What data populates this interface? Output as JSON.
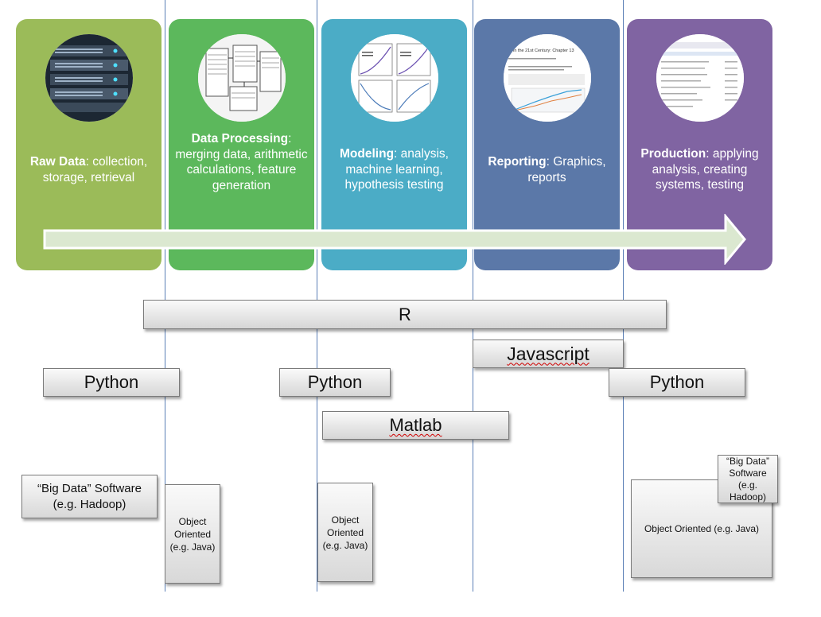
{
  "stages": [
    {
      "bold": "Raw Data",
      "rest": ": collection, storage, retrieval",
      "color": "#9bbb59",
      "image": "server-rack-icon"
    },
    {
      "bold": "Data Processing",
      "rest": ": merging data, arithmetic calculations, feature generation",
      "color": "#5cb85c",
      "image": "database-schema-icon"
    },
    {
      "bold": "Modeling",
      "rest": ": analysis, machine learning, hypothesis testing",
      "color": "#4bacc6",
      "image": "model-plots-icon"
    },
    {
      "bold": "Reporting",
      "rest": ": Graphics, reports",
      "color": "#5b78a8",
      "image": "report-document-icon"
    },
    {
      "bold": "Production",
      "rest": ": applying analysis, creating systems, testing",
      "color": "#8064a2",
      "image": "production-table-icon"
    }
  ],
  "report_snippet": "ut in the 21st Century: Chapter 13",
  "bars": {
    "r": "R",
    "javascript": "Javascript",
    "python_left": "Python",
    "python_mid": "Python",
    "python_right": "Python",
    "matlab": "Matlab"
  },
  "boxes": {
    "big_data_left": "“Big Data” Software (e.g. Hadoop)",
    "oo_left": "Object Oriented (e.g. Java)",
    "oo_mid": "Object Oriented (e.g. Java)",
    "oo_right": "Object Oriented (e.g. Java)",
    "big_data_right": "“Big Data” Software (e.g. Hadoop)"
  },
  "colors": {
    "arrow_fill": "#dbe8d0",
    "divider": "#5b7fb6"
  }
}
